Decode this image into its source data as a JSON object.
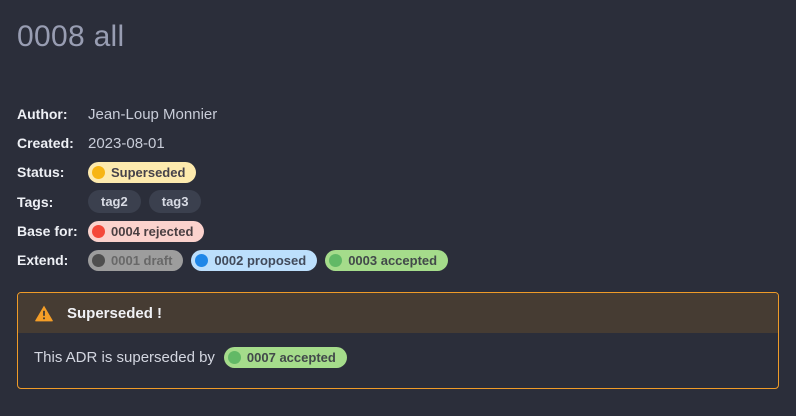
{
  "page": {
    "title": "0008 all"
  },
  "colors": {
    "background": "#2b2e3a",
    "title_text": "#989db2",
    "label_text": "#eef0f5",
    "value_text": "#c8ccd8",
    "tag_bg": "#3b404e",
    "tag_text": "#d8dbe4",
    "alert_border": "#ef9b28",
    "alert_header_bg": "#463c33",
    "warning_icon": "#f59e27"
  },
  "status_colors": {
    "superseded": {
      "bg": "#fdeaad",
      "dot": "#f7b513",
      "text": "#46424a"
    },
    "draft": {
      "bg": "#9d9d9d",
      "dot": "#4f4f4f",
      "text": "#686868"
    },
    "proposed": {
      "bg": "#bcdffc",
      "dot": "#1f87e8",
      "text": "#414a5a"
    },
    "accepted": {
      "bg": "#a5dc8b",
      "dot": "#62b966",
      "text": "#42494a"
    },
    "rejected": {
      "bg": "#fbd2cd",
      "dot": "#f4483a",
      "text": "#4a3f42"
    }
  },
  "fields": {
    "author": {
      "label": "Author:",
      "value": "Jean-Loup Monnier"
    },
    "created": {
      "label": "Created:",
      "value": "2023-08-01"
    },
    "status": {
      "label": "Status:",
      "chip": {
        "text": "Superseded",
        "status": "superseded"
      }
    },
    "tags": {
      "label": "Tags:",
      "items": {
        "0": "tag2",
        "1": "tag3"
      }
    },
    "base_for": {
      "label": "Base for:",
      "chips": {
        "0": {
          "text": "0004 rejected",
          "status": "rejected"
        }
      }
    },
    "extend": {
      "label": "Extend:",
      "chips": {
        "0": {
          "text": "0001 draft",
          "status": "draft"
        },
        "1": {
          "text": "0002 proposed",
          "status": "proposed"
        },
        "2": {
          "text": "0003 accepted",
          "status": "accepted"
        }
      }
    }
  },
  "alert": {
    "title": "Superseded !",
    "message": "This ADR is superseded by",
    "chip": {
      "text": "0007 accepted",
      "status": "accepted"
    }
  }
}
